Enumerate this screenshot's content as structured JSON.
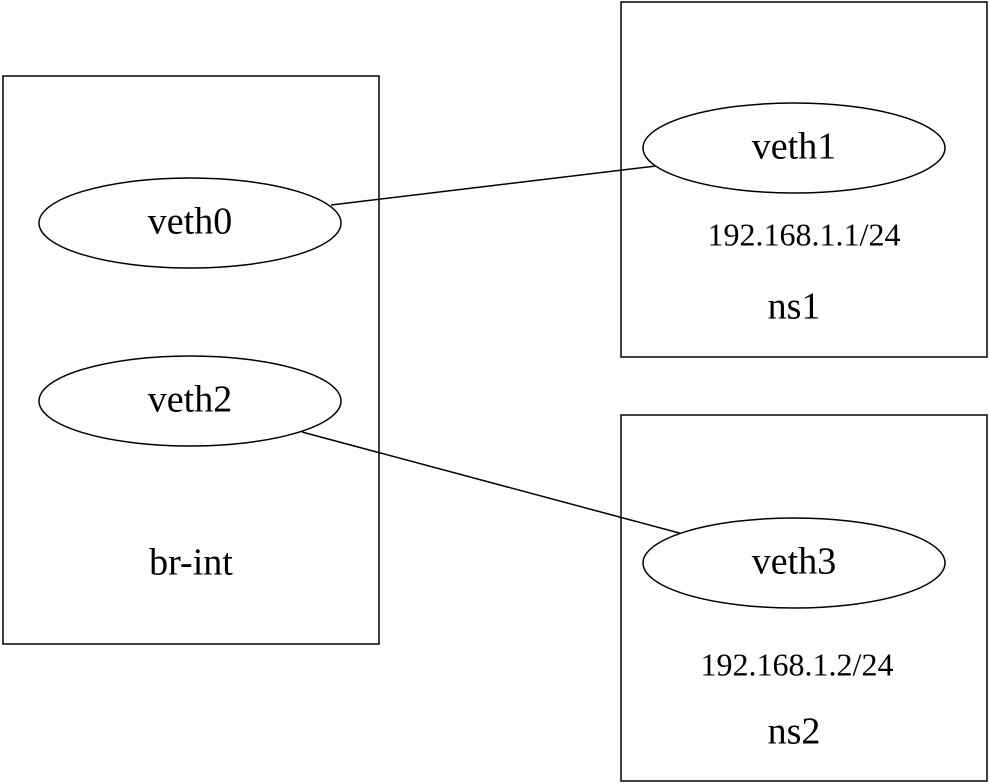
{
  "diagram": {
    "clusters": {
      "br_int": "br-int",
      "ns1": "ns1",
      "ns2": "ns2"
    },
    "nodes": {
      "veth0": "veth0",
      "veth1": "veth1",
      "veth2": "veth2",
      "veth3": "veth3"
    },
    "addresses": {
      "ns1_ip": "192.168.1.1/24",
      "ns2_ip": "192.168.1.2/24"
    },
    "links": [
      {
        "from": "veth0",
        "to": "veth1"
      },
      {
        "from": "veth2",
        "to": "veth3"
      }
    ]
  }
}
